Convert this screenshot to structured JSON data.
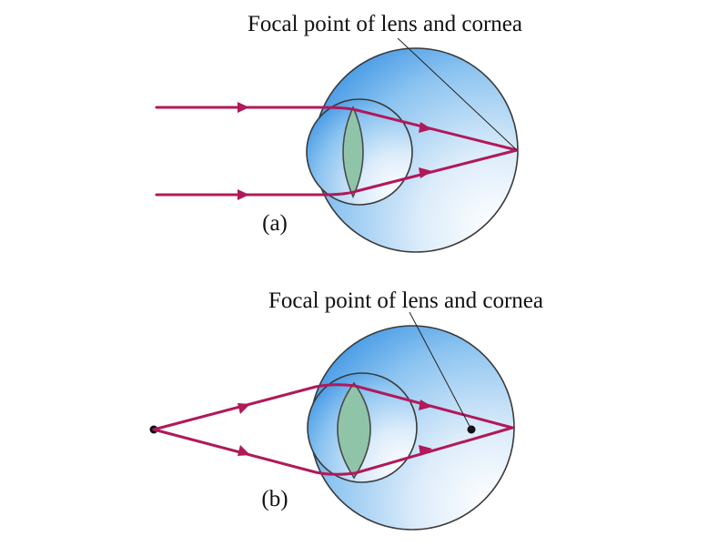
{
  "panel_a": {
    "focal_label": "Focal point of lens and cornea",
    "panel_label": "(a)"
  },
  "panel_b": {
    "focal_label": "Focal point of lens and cornea",
    "panel_label": "(b)"
  },
  "colors": {
    "ray": "#b0195a",
    "lens_fill": "#8fc4a8",
    "lens_stroke": "#4a4a4a",
    "eye_outline": "#3a3a3a",
    "eye_light": "#ffffff",
    "eye_mid": "#c7e2f7",
    "eye_dark": "#5aa8e8"
  }
}
